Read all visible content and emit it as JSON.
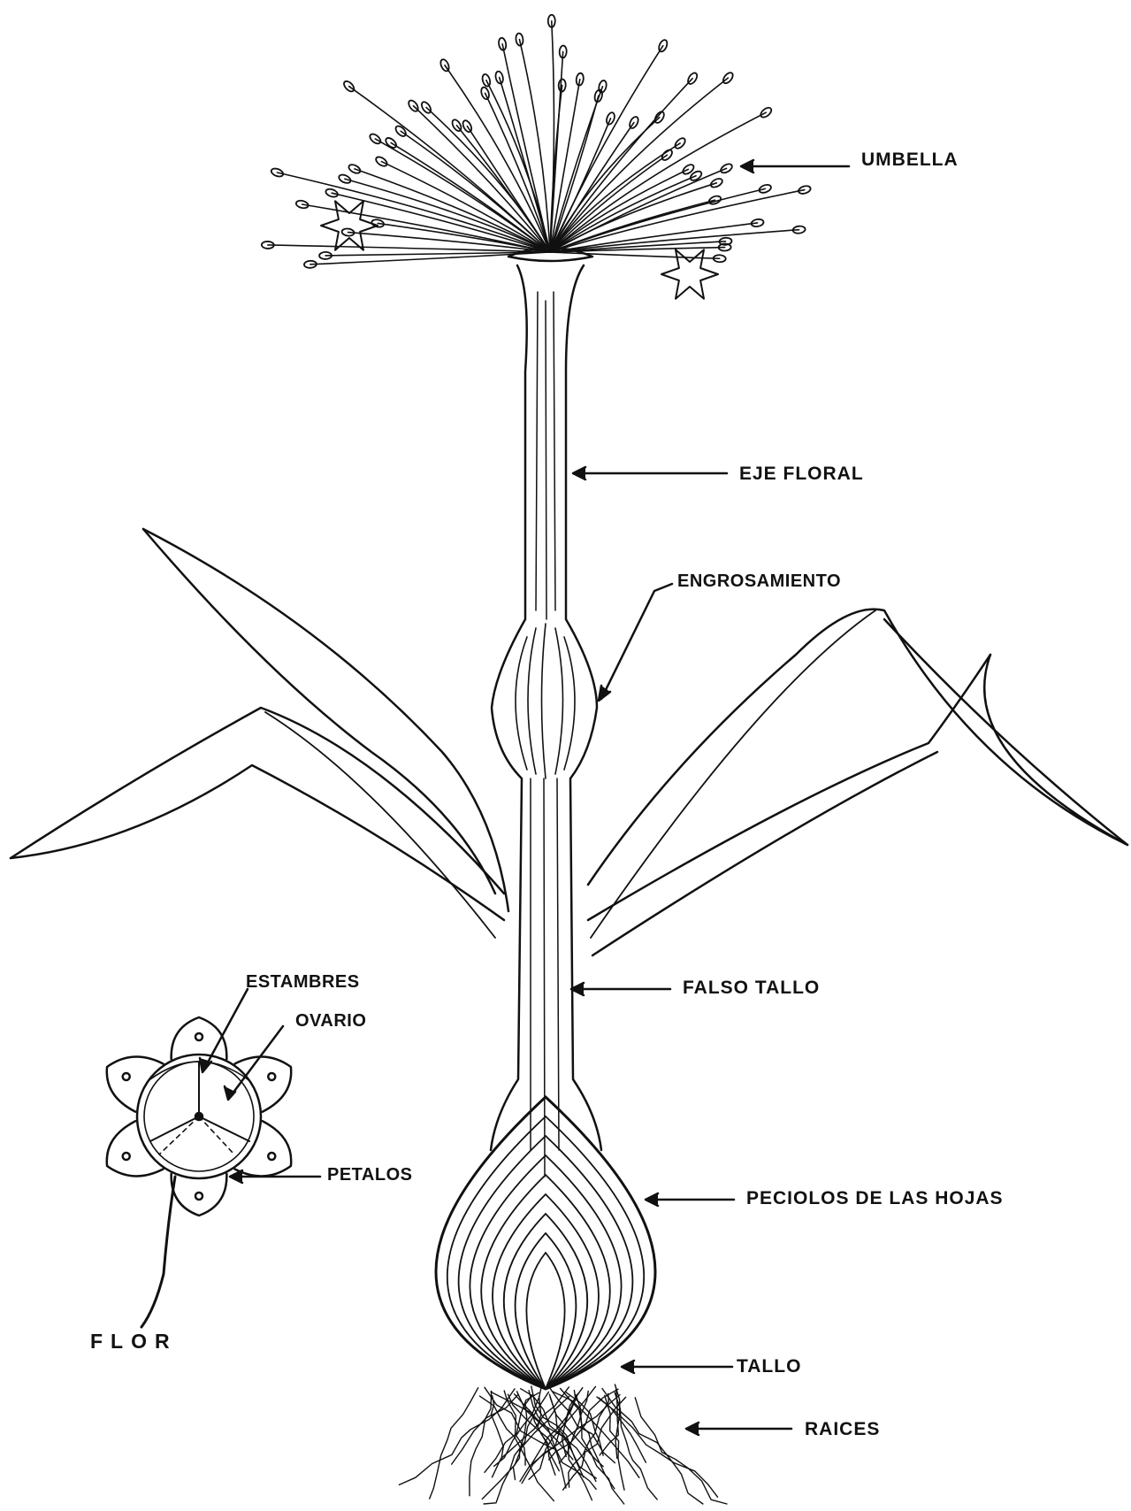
{
  "labels": {
    "umbella": "UMBELLA",
    "eje_floral": "EJE FLORAL",
    "engrosamiento": "ENGROSAMIENTO",
    "falso_tallo": "FALSO TALLO",
    "peciolos": "PECIOLOS DE LAS HOJAS",
    "tallo": "TALLO",
    "raices": "RAICES",
    "estambres": "ESTAMBRES",
    "ovario": "OVARIO",
    "petalos": "PETALOS",
    "flor": "FLOR"
  },
  "colors": {
    "ink": "#111111",
    "paper": "#ffffff"
  }
}
